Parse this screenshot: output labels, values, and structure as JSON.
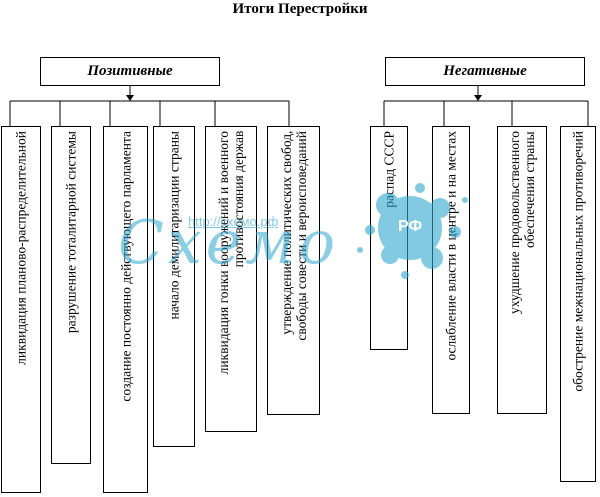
{
  "title": "Итоги Перестройки",
  "positive": {
    "label": "Позитивные",
    "items": [
      "ликвидация планово-распределительной",
      "разрушение тоталитарной системы",
      "создание  постоянно действующего парламента",
      "начало демилитаризации страны",
      "ликвидация гонки вооружений и военного\nпротивостояния держав",
      "утверждение политических свобод,\nсвободы совести и вероисповеданий"
    ]
  },
  "negative": {
    "label": "Негативные",
    "items": [
      "распад СССР",
      "ослабление власти в центре и на местах",
      "ухудшение продовольственного\nобеспечения страны",
      "обострение межнациональных противоречий"
    ]
  },
  "watermark": {
    "url": "http://схемо.рф",
    "brand": "Схемо",
    "badge": "РФ"
  },
  "colors": {
    "watermark": "#2fa7cf",
    "line": "#000000"
  }
}
